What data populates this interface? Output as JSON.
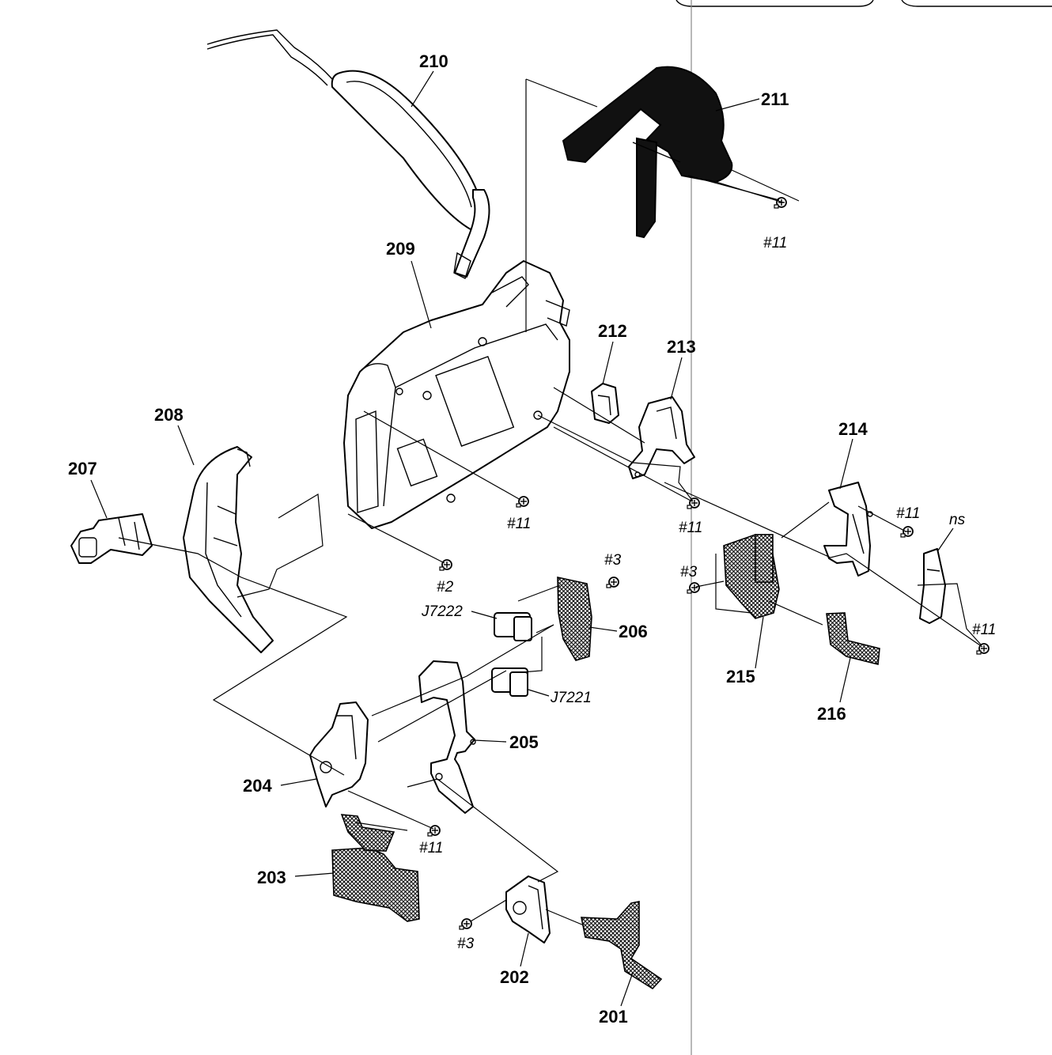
{
  "parts": [
    {
      "id": "p201",
      "label": "201"
    },
    {
      "id": "p202",
      "label": "202"
    },
    {
      "id": "p203",
      "label": "203"
    },
    {
      "id": "p204",
      "label": "204"
    },
    {
      "id": "p205",
      "label": "205"
    },
    {
      "id": "p206",
      "label": "206"
    },
    {
      "id": "p207",
      "label": "207"
    },
    {
      "id": "p208",
      "label": "208"
    },
    {
      "id": "p209",
      "label": "209"
    },
    {
      "id": "p210",
      "label": "210"
    },
    {
      "id": "p211",
      "label": "211"
    },
    {
      "id": "p212",
      "label": "212"
    },
    {
      "id": "p213",
      "label": "213"
    },
    {
      "id": "p214",
      "label": "214"
    },
    {
      "id": "p215",
      "label": "215"
    },
    {
      "id": "p216",
      "label": "216"
    }
  ],
  "screws": [
    {
      "id": "s11a",
      "label": "#11"
    },
    {
      "id": "s11b",
      "label": "#11"
    },
    {
      "id": "s11c",
      "label": "#11"
    },
    {
      "id": "s11d",
      "label": "#11"
    },
    {
      "id": "s11e",
      "label": "#11"
    },
    {
      "id": "s11f",
      "label": "#11"
    },
    {
      "id": "s2",
      "label": "#2"
    },
    {
      "id": "s3a",
      "label": "#3"
    },
    {
      "id": "s3b",
      "label": "#3"
    },
    {
      "id": "s3c",
      "label": "#3"
    }
  ],
  "connectors": [
    {
      "id": "j7222",
      "label": "J7222"
    },
    {
      "id": "j7221",
      "label": "J7221"
    }
  ],
  "notes": [
    {
      "id": "ns",
      "label": "ns"
    }
  ]
}
